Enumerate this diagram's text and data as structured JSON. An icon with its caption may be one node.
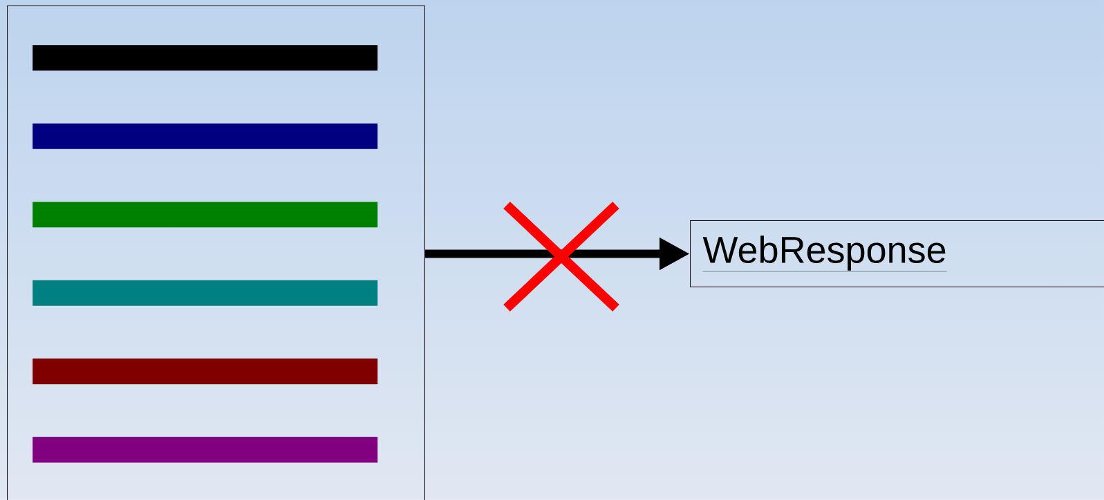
{
  "diagram": {
    "nodes": [
      {
        "text": [],
        "shape": "box"
      },
      {
        "text": [],
        "shape": "bar",
        "in": 0
      },
      {
        "text": [],
        "shape": "bar",
        "in": 0
      },
      {
        "text": [],
        "shape": "bar",
        "in": 0
      },
      {
        "text": [],
        "shape": "bar",
        "in": 0
      },
      {
        "text": [],
        "shape": "bar",
        "in": 0
      },
      {
        "text": [],
        "shape": "bar",
        "in": 0
      },
      {
        "text": [
          "WebResponse"
        ]
      }
    ],
    "edges": [
      {
        "from": 0,
        "to": 7,
        "arrow": "to"
      }
    ]
  }
}
